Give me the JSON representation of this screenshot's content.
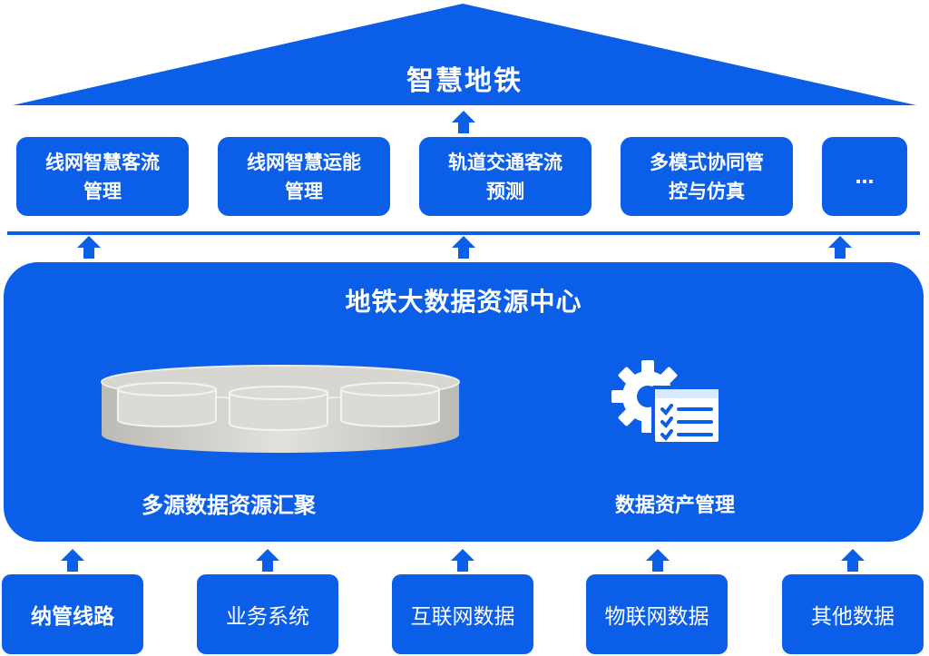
{
  "top": {
    "title": "智慧地铁"
  },
  "apps": [
    {
      "line1": "线网智慧客流",
      "line2": "管理"
    },
    {
      "line1": "线网智慧运能",
      "line2": "管理"
    },
    {
      "line1": "轨道交通客流",
      "line2": "预测"
    },
    {
      "line1": "多模式协同管",
      "line2": "控与仿真"
    },
    {
      "line1": "…",
      "line2": ""
    }
  ],
  "hub": {
    "title": "地铁大数据资源中心",
    "left_label": "多源数据资源汇聚",
    "right_label": "数据资产管理"
  },
  "sources": [
    {
      "label": "纳管线路"
    },
    {
      "label": "业务系统"
    },
    {
      "label": "互联网数据"
    },
    {
      "label": "物联网数据"
    },
    {
      "label": "其他数据"
    }
  ],
  "colors": {
    "primary": "#0b5ee8",
    "cylinder": "#d6d4cf"
  },
  "icons": {
    "storage": "database-cylinder-icon",
    "management": "gear-checklist-icon",
    "arrow": "arrow-up-icon"
  }
}
